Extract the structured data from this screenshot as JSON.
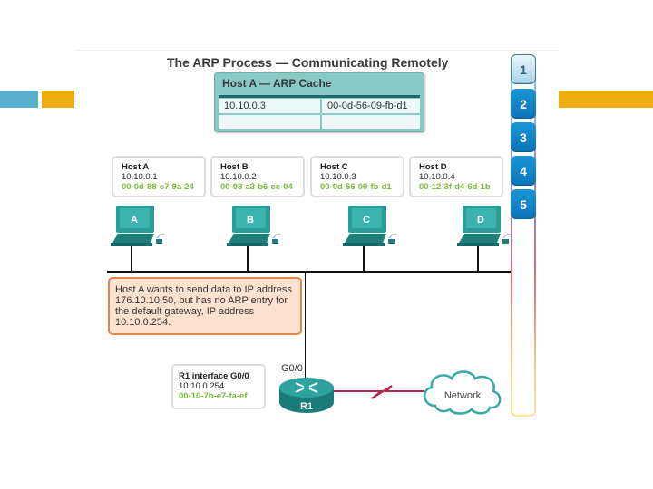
{
  "title": "The ARP Process — Communicating Remotely",
  "arp_cache": {
    "title": "Host A — ARP Cache",
    "rows": [
      {
        "ip": "10.10.0.3",
        "mac": "00-0d-56-09-fb-d1"
      },
      {
        "ip": "",
        "mac": ""
      }
    ]
  },
  "hosts": [
    {
      "name": "Host A",
      "ip": "10.10.0.1",
      "mac": "00-0d-88-c7-9a-24",
      "label": "A"
    },
    {
      "name": "Host B",
      "ip": "10.10.0.2",
      "mac": "00-08-a3-b6-ce-04",
      "label": "B"
    },
    {
      "name": "Host C",
      "ip": "10.10.0.3",
      "mac": "00-0d-56-09-fb-d1",
      "label": "C"
    },
    {
      "name": "Host D",
      "ip": "10.10.0.4",
      "mac": "00-12-3f-d4-6d-1b",
      "label": "D"
    }
  ],
  "note": "Host A wants to send data to IP address 176.10.10.50, but has no ARP entry for the default gateway, IP address 10.10.0.254.",
  "router": {
    "interface_title": "R1 interface G0/0",
    "ip": "10.10.0.254",
    "mac": "00-10-7b-e7-fa-ef",
    "port_label": "G0/0",
    "name": "R1"
  },
  "network_label": "Network",
  "steps": [
    {
      "label": "1",
      "active": true
    },
    {
      "label": "2",
      "active": false
    },
    {
      "label": "3",
      "active": false
    },
    {
      "label": "4",
      "active": false
    },
    {
      "label": "5",
      "active": false
    }
  ],
  "colors": {
    "teal": "#2a9d98",
    "mac_green": "#7ab83a",
    "step_blue": "#0a73b8",
    "accent_orange": "#eead0e",
    "accent_blue": "#5ab0cc",
    "note_bg": "#fde3cf",
    "note_border": "#e0884a",
    "wan_link": "#b0284a"
  }
}
